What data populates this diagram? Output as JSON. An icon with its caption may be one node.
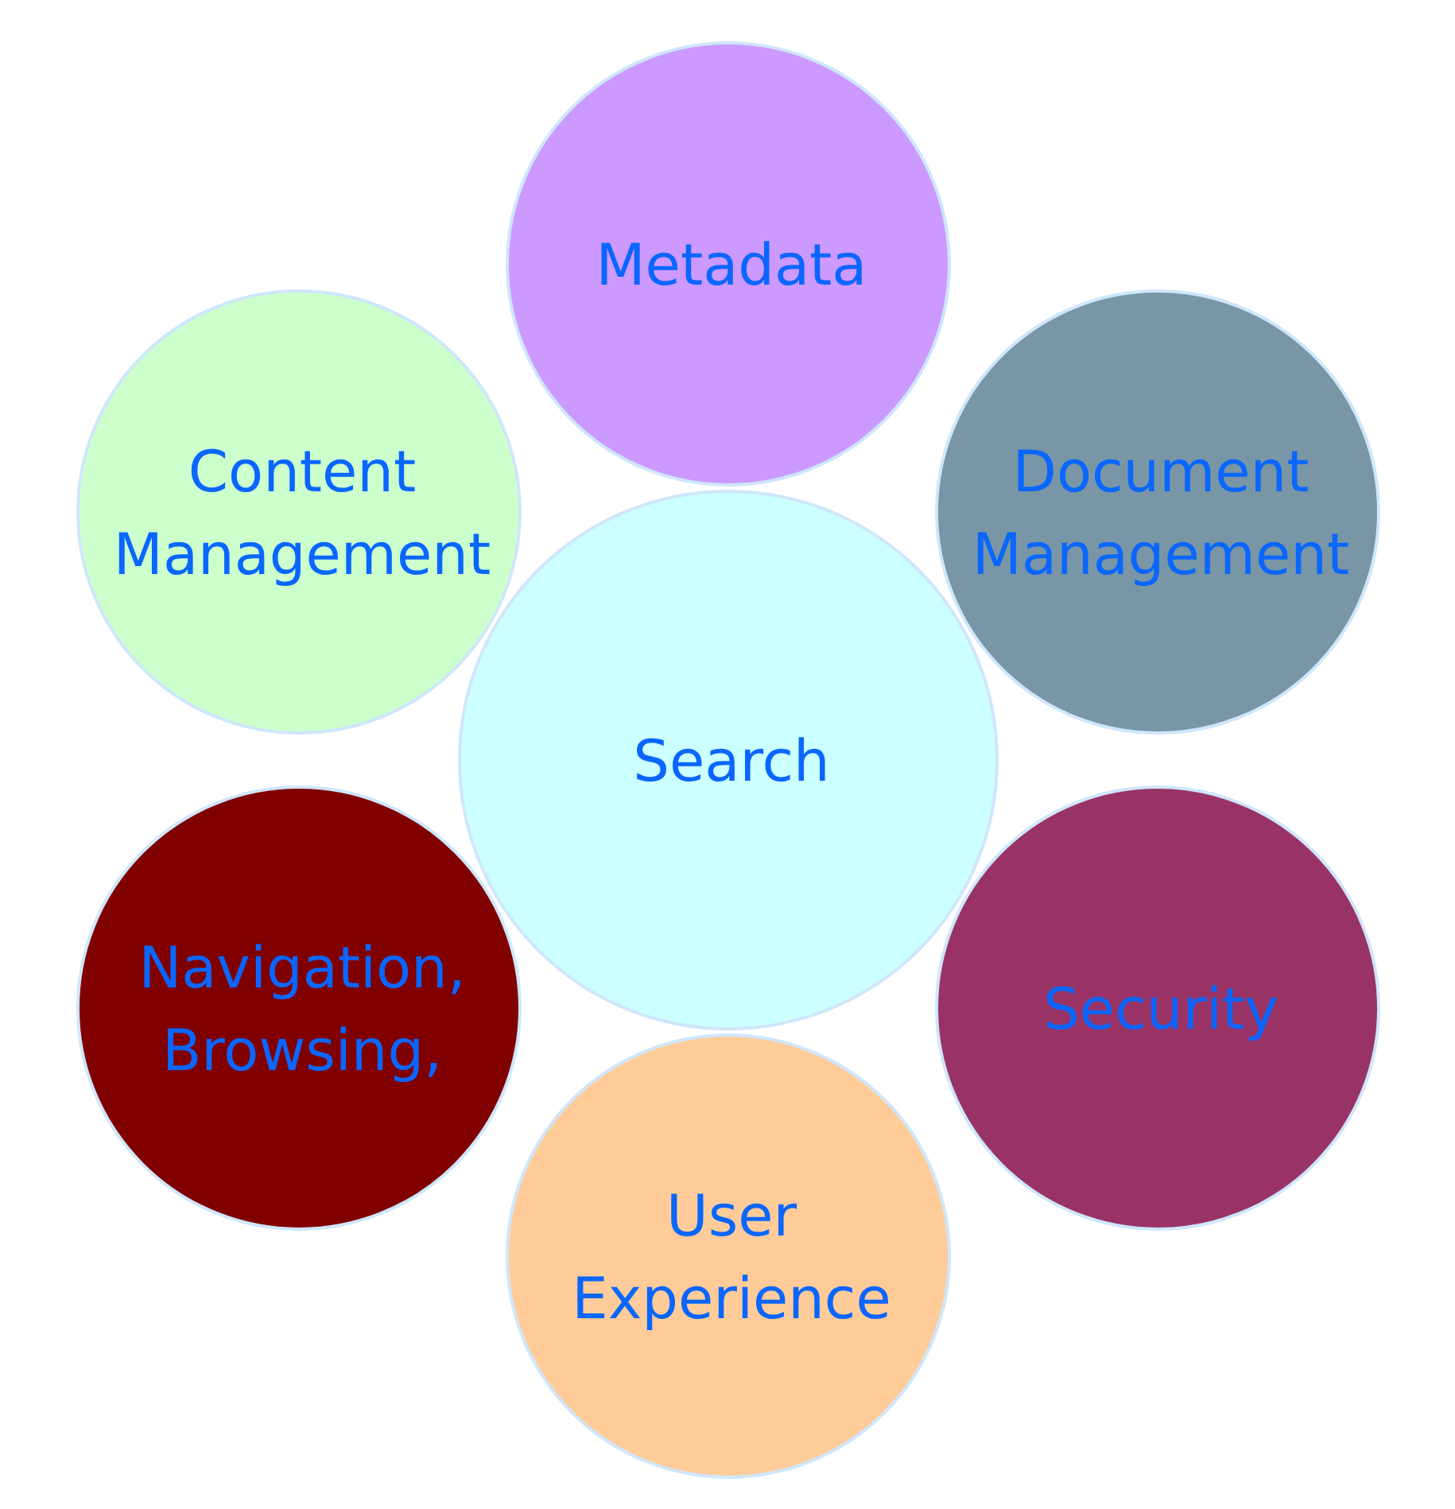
{
  "diagram": {
    "nodes": [
      {
        "text": [
          "Metadata"
        ]
      },
      {
        "text": [
          "Content Management"
        ]
      },
      {
        "text": [
          "Document Management"
        ]
      },
      {
        "text": [
          "Search"
        ]
      },
      {
        "text": [
          "Navigation, Browsing,"
        ]
      },
      {
        "text": [
          "Security"
        ]
      },
      {
        "text": [
          "User Experience"
        ]
      }
    ]
  }
}
